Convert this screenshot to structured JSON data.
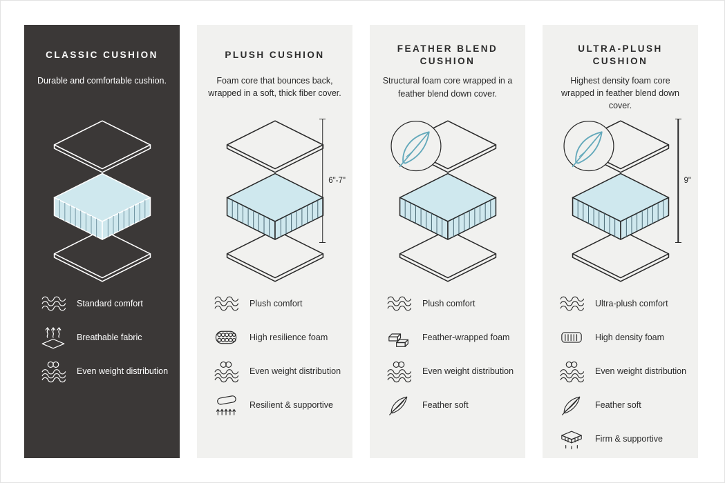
{
  "colors": {
    "page_background": "#ffffff",
    "dark_card": "#3b3837",
    "light_card": "#f1f1ef",
    "foam_blue": "#cfe8ee",
    "outline": "#2b2b2b",
    "feather_teal": "#64a9bb"
  },
  "cards": [
    {
      "id": "classic-cushion",
      "theme": "dark",
      "title": "CLASSIC CUSHION",
      "description": "Durable and comfortable cushion.",
      "measurement": "",
      "has_feather_badge": false,
      "features": [
        {
          "icon": "waves-icon",
          "label": "Standard comfort"
        },
        {
          "icon": "breathable-fabric-icon",
          "label": "Breathable fabric"
        },
        {
          "icon": "even-weight-icon",
          "label": "Even weight distribution"
        }
      ]
    },
    {
      "id": "plush-cushion",
      "theme": "light",
      "title": "PLUSH CUSHION",
      "description": "Foam core that bounces back, wrapped in a soft, thick fiber cover.",
      "measurement": "6\"-7\"",
      "has_feather_badge": false,
      "features": [
        {
          "icon": "waves-icon",
          "label": "Plush comfort"
        },
        {
          "icon": "resilience-foam-icon",
          "label": "High resilience foam"
        },
        {
          "icon": "even-weight-icon",
          "label": "Even weight distribution"
        },
        {
          "icon": "resilient-supportive-icon",
          "label": "Resilient & supportive"
        }
      ]
    },
    {
      "id": "feather-blend-cushion",
      "theme": "light",
      "title": "FEATHER BLEND CUSHION",
      "description": "Structural foam core wrapped in a feather blend down cover.",
      "measurement": "",
      "has_feather_badge": true,
      "features": [
        {
          "icon": "waves-icon",
          "label": "Plush comfort"
        },
        {
          "icon": "feather-wrapped-foam-icon",
          "label": "Feather-wrapped foam"
        },
        {
          "icon": "even-weight-icon",
          "label": "Even weight distribution"
        },
        {
          "icon": "feather-icon",
          "label": "Feather soft"
        }
      ]
    },
    {
      "id": "ultra-plush-cushion",
      "theme": "light",
      "title": "ULTRA-PLUSH CUSHION",
      "description": "Highest density foam core wrapped in feather blend down cover.",
      "measurement": "9\"",
      "has_feather_badge": true,
      "features": [
        {
          "icon": "waves-icon",
          "label": "Ultra-plush comfort"
        },
        {
          "icon": "high-density-foam-icon",
          "label": "High density foam"
        },
        {
          "icon": "even-weight-icon",
          "label": "Even weight distribution"
        },
        {
          "icon": "feather-icon",
          "label": "Feather soft"
        },
        {
          "icon": "firm-supportive-icon",
          "label": "Firm & supportive"
        }
      ]
    }
  ]
}
